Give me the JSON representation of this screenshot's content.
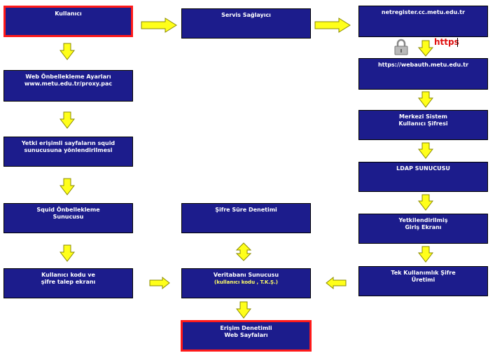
{
  "nodes": {
    "kullanici": {
      "lines": [
        "Kullanıcı"
      ]
    },
    "servis": {
      "lines": [
        "Servis Sağlayıcı"
      ]
    },
    "netregister": {
      "lines": [
        "netregister.cc.metu.edu.tr"
      ]
    },
    "webonbellek": {
      "lines": [
        "Web Önbellekleme Ayarları",
        "www.metu.edu.tr/proxy.pac"
      ]
    },
    "webauth": {
      "lines": [
        "https://webauth.metu.edu.tr"
      ]
    },
    "yetki": {
      "lines": [
        "Yetki erişimli sayfaların squid",
        "sunucusuna yönlendirilmesi"
      ]
    },
    "merkezi": {
      "lines": [
        "Merkezi Sistem",
        "Kullanıcı Şifresi"
      ]
    },
    "ldap": {
      "lines": [
        "LDAP SUNUCUSU"
      ]
    },
    "squid": {
      "lines": [
        "Squid Önbellekleme",
        "Sunucusu"
      ]
    },
    "sifresure": {
      "lines": [
        "Şifre Süre Denetimi"
      ]
    },
    "yetkilendirilmis": {
      "lines": [
        "Yetkilendirilmiş",
        "Giriş Ekranı"
      ]
    },
    "kullanicikodu": {
      "lines": [
        "Kullanıcı kodu ve",
        "şifre talep ekranı"
      ]
    },
    "veritabani": {
      "lines": [
        "Veritabanı Sunucusu"
      ],
      "sub": "(kullanıcı kodu , T.K.Ş.)"
    },
    "tekkullanimlik": {
      "lines": [
        "Tek Kullanımlık Şifre",
        "Üretimi"
      ]
    },
    "erisim": {
      "lines": [
        "Erişim Denetimli",
        "Web Sayfaları"
      ]
    }
  },
  "labels": {
    "https": "https"
  },
  "colors": {
    "box": "#1c1c8c",
    "arrow_fill": "#ffff1a",
    "arrow_stroke": "#8a8a00",
    "highlight_border": "#ff1a1a",
    "https": "#e01010"
  },
  "icons": {
    "lock": "padlock-icon"
  }
}
